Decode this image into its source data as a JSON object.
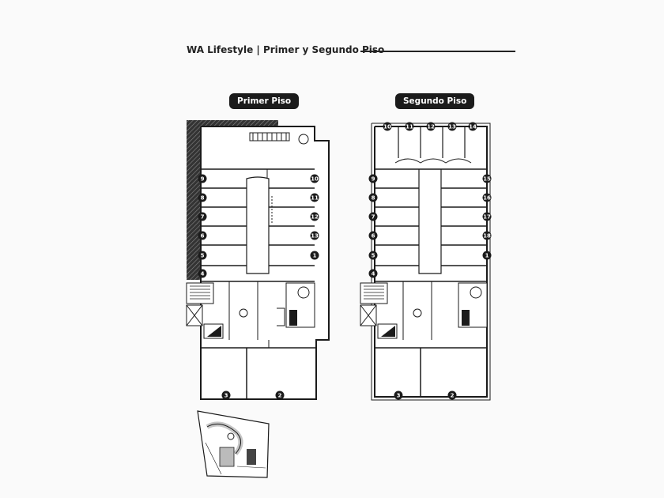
{
  "header": {
    "title": "WA Lifestyle | Primer y Segundo Piso"
  },
  "plans": {
    "first": {
      "label": "Primer Piso",
      "units": [
        "9",
        "8",
        "7",
        "6",
        "5",
        "4",
        "10",
        "11",
        "12",
        "13",
        "1",
        "3",
        "2"
      ]
    },
    "second": {
      "label": "Segundo Piso",
      "units": [
        "10",
        "11",
        "12",
        "13",
        "14",
        "9",
        "8",
        "7",
        "6",
        "5",
        "4",
        "15",
        "16",
        "17",
        "18",
        "1",
        "3",
        "2"
      ]
    }
  },
  "colors": {
    "ink": "#1b1b1b",
    "paper": "#ffffff"
  }
}
